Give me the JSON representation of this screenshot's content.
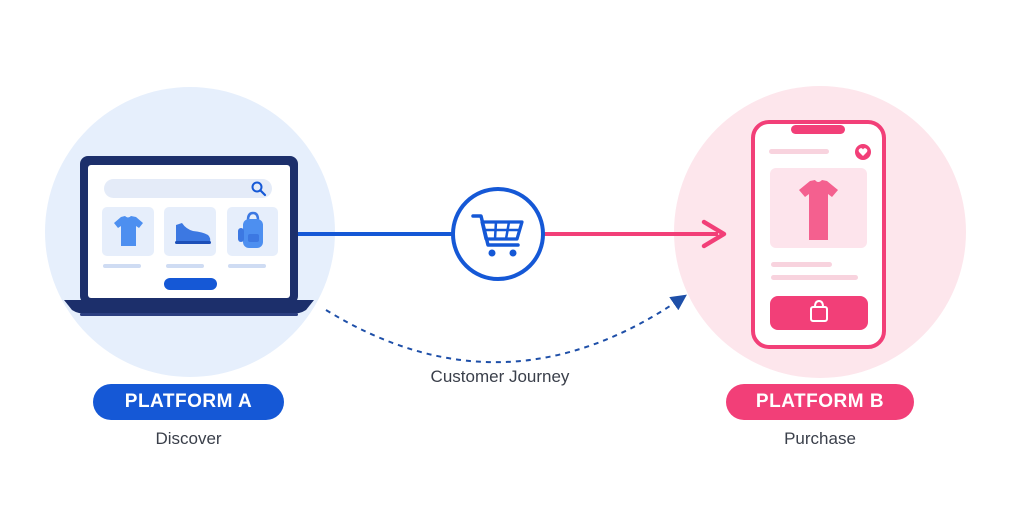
{
  "platform_a": {
    "label": "PLATFORM A",
    "caption": "Discover",
    "color": "#1558d6",
    "device": "laptop",
    "products": [
      "tshirt-icon",
      "shoe-icon",
      "backpack-icon"
    ]
  },
  "platform_b": {
    "label": "PLATFORM B",
    "caption": "Purchase",
    "color": "#f23f78",
    "device": "smartphone",
    "product": "tshirt-icon"
  },
  "connector": {
    "label": "Customer Journey",
    "center_icon": "shopping-cart-icon"
  }
}
